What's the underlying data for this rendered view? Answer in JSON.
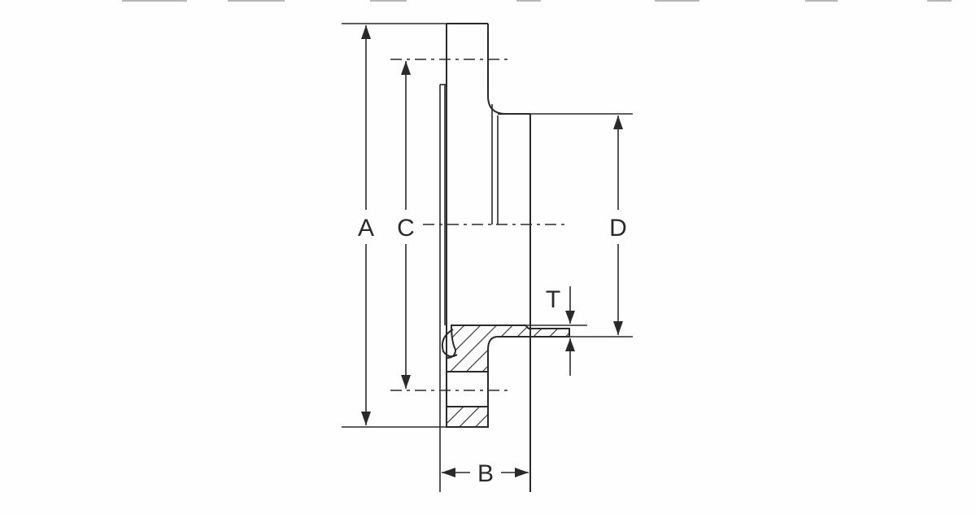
{
  "diagram": {
    "labels": {
      "A": "A",
      "B": "B",
      "C": "C",
      "D": "D",
      "T": "T"
    },
    "colors": {
      "line": "#2a2a2a",
      "background": "#fefefe"
    }
  }
}
